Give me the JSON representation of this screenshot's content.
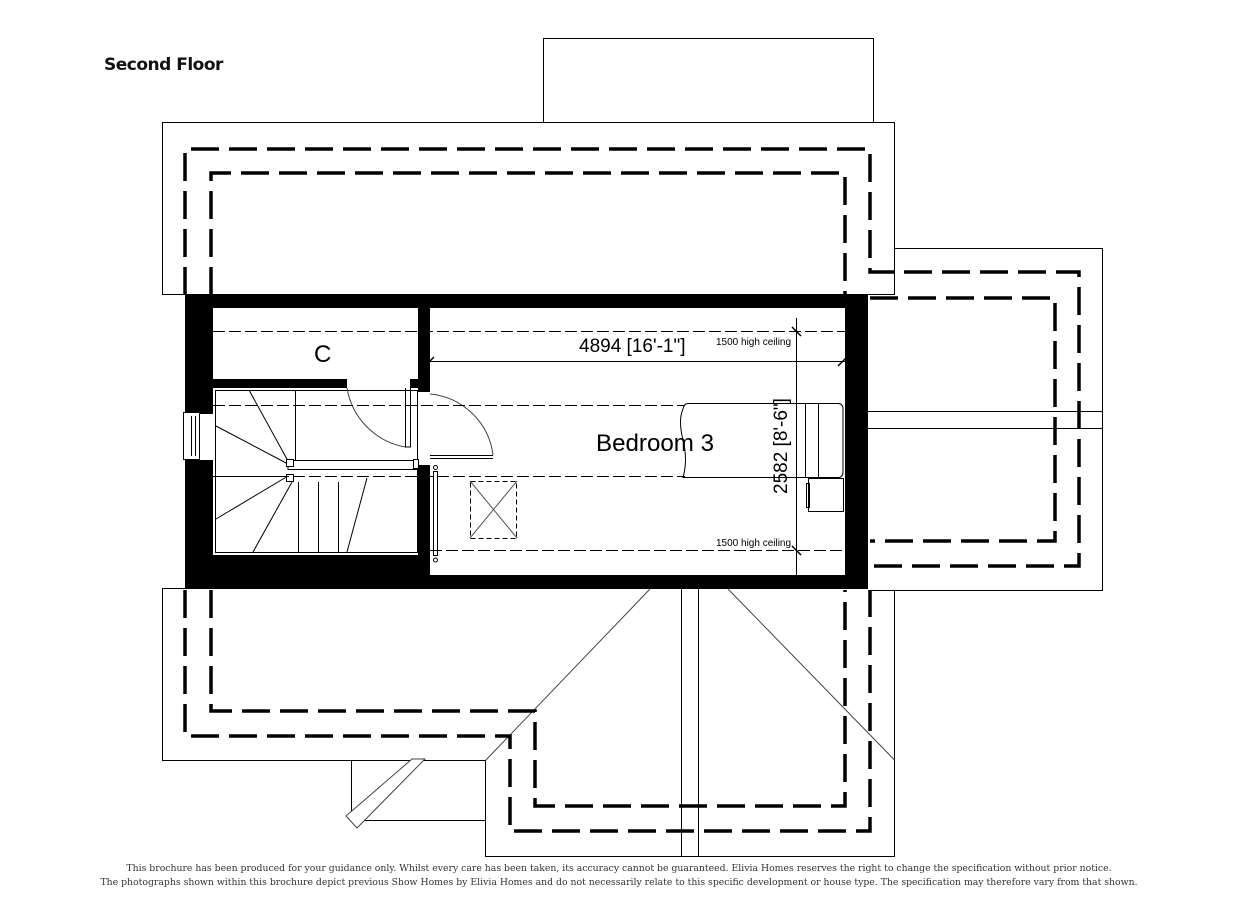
{
  "page": {
    "title": "Second Floor"
  },
  "rooms": [
    {
      "id": "cupboard",
      "label": "C"
    },
    {
      "id": "bedroom-3",
      "label": "Bedroom 3"
    }
  ],
  "dimensions": {
    "length": "4894 [16'-1\"]",
    "width": "2582 [8'-6\"]"
  },
  "notes": {
    "ceiling_top": "1500 high ceiling",
    "ceiling_bottom": "1500 high ceiling"
  },
  "disclaimer": {
    "line1": "This brochure has been produced for your guidance only. Whilst every care has been taken, its accuracy cannot be guaranteed. Elivia Homes reserves the right to change the specification without prior notice.",
    "line2": "The photographs shown within this brochure depict previous Show Homes by Elivia Homes and do not necessarily relate to this specific development or house type. The specification may therefore vary from that shown."
  },
  "colors": {
    "wall": "#000000",
    "line": "#000000",
    "background": "#ffffff",
    "disclaimer_text": "#333333"
  }
}
